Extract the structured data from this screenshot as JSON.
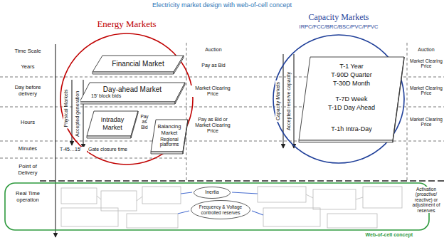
{
  "diagram": {
    "title": "Electricity market design with web-of-cell concept",
    "nodes": [
      {
        "text": [
          "Energy Markets"
        ]
      },
      {
        "text": [
          "Financial Market"
        ],
        "in": 0
      },
      {
        "text": [
          "Day-ahead Market",
          "15' block bids"
        ],
        "in": 0
      },
      {
        "text": [
          "Intraday Market"
        ],
        "in": 0
      },
      {
        "text": [
          "Balancing Market",
          "Regional platforms"
        ]
      },
      {
        "text": [
          "Capacity Markets",
          "IRPC/FCC/BRC/BSC/PVC/PPVC"
        ]
      },
      {
        "text": [
          "T-1 Year",
          "T-90D Quarter",
          "T-30D Month",
          "T-7D Week",
          "T-1D Day Ahead",
          "T-1h Intra-Day"
        ],
        "in": 5
      },
      {
        "text": [
          "Web-of-cell concept"
        ]
      },
      {
        "text": [
          "Inertia"
        ],
        "in": 7
      },
      {
        "text": [
          "Frequency & Voltage controlled reserves"
        ],
        "in": 7
      }
    ],
    "labels": [
      "Time Scale",
      "Years",
      "Day before delivery",
      "Hours",
      "Minutes",
      "Point of Delivery",
      "Real Time operation",
      "Auction",
      "Pay as Bid",
      "Market Clearing Price",
      "Pay as Bid",
      "Pay as Bid or Market Clearing Price",
      "Physical Markets",
      "Accepted generation",
      "T-45…15'",
      "Gate closure time",
      "Auction",
      "Market Clearing Price",
      "Market Clearing Price",
      "Market Clearing Price",
      "Capacity Markets",
      "Accepted reserve capacity",
      "Activation (proactive/ reactive) or adjustment of reserves"
    ]
  }
}
